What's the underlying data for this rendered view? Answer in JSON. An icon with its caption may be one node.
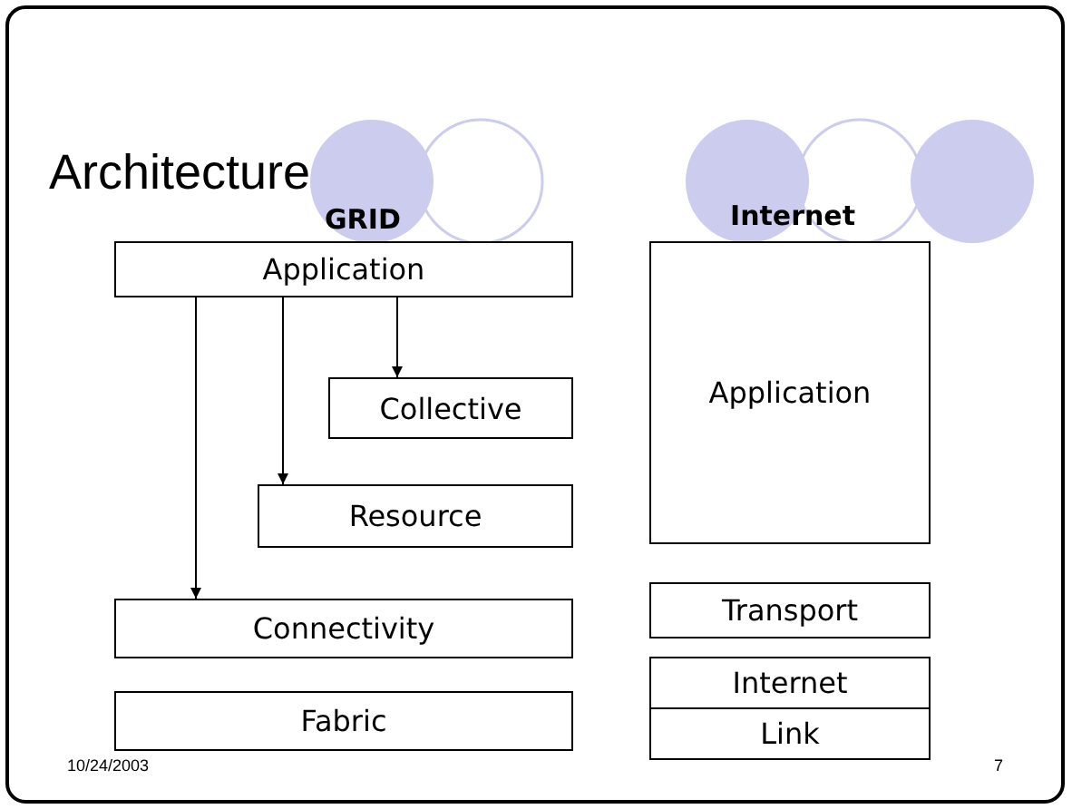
{
  "diagram": {
    "title": "Architecture",
    "nodes": [
      {
        "text": [
          "Application"
        ]
      },
      {
        "text": [
          "Collective"
        ]
      },
      {
        "text": [
          "Resource"
        ]
      },
      {
        "text": [
          "Connectivity"
        ]
      },
      {
        "text": [
          "Fabric"
        ]
      },
      {
        "text": [
          "Application"
        ]
      },
      {
        "text": [
          "Transport"
        ]
      },
      {
        "text": [
          "Internet"
        ]
      },
      {
        "text": [
          "Link"
        ]
      }
    ],
    "edges": [
      {
        "from": 0,
        "to": 1,
        "arrow": "to"
      },
      {
        "from": 0,
        "to": 2,
        "arrow": "to"
      },
      {
        "from": 0,
        "to": 3,
        "arrow": "to"
      }
    ],
    "labels": [
      "GRID",
      "Internet",
      "10/24/2003",
      "7"
    ]
  }
}
